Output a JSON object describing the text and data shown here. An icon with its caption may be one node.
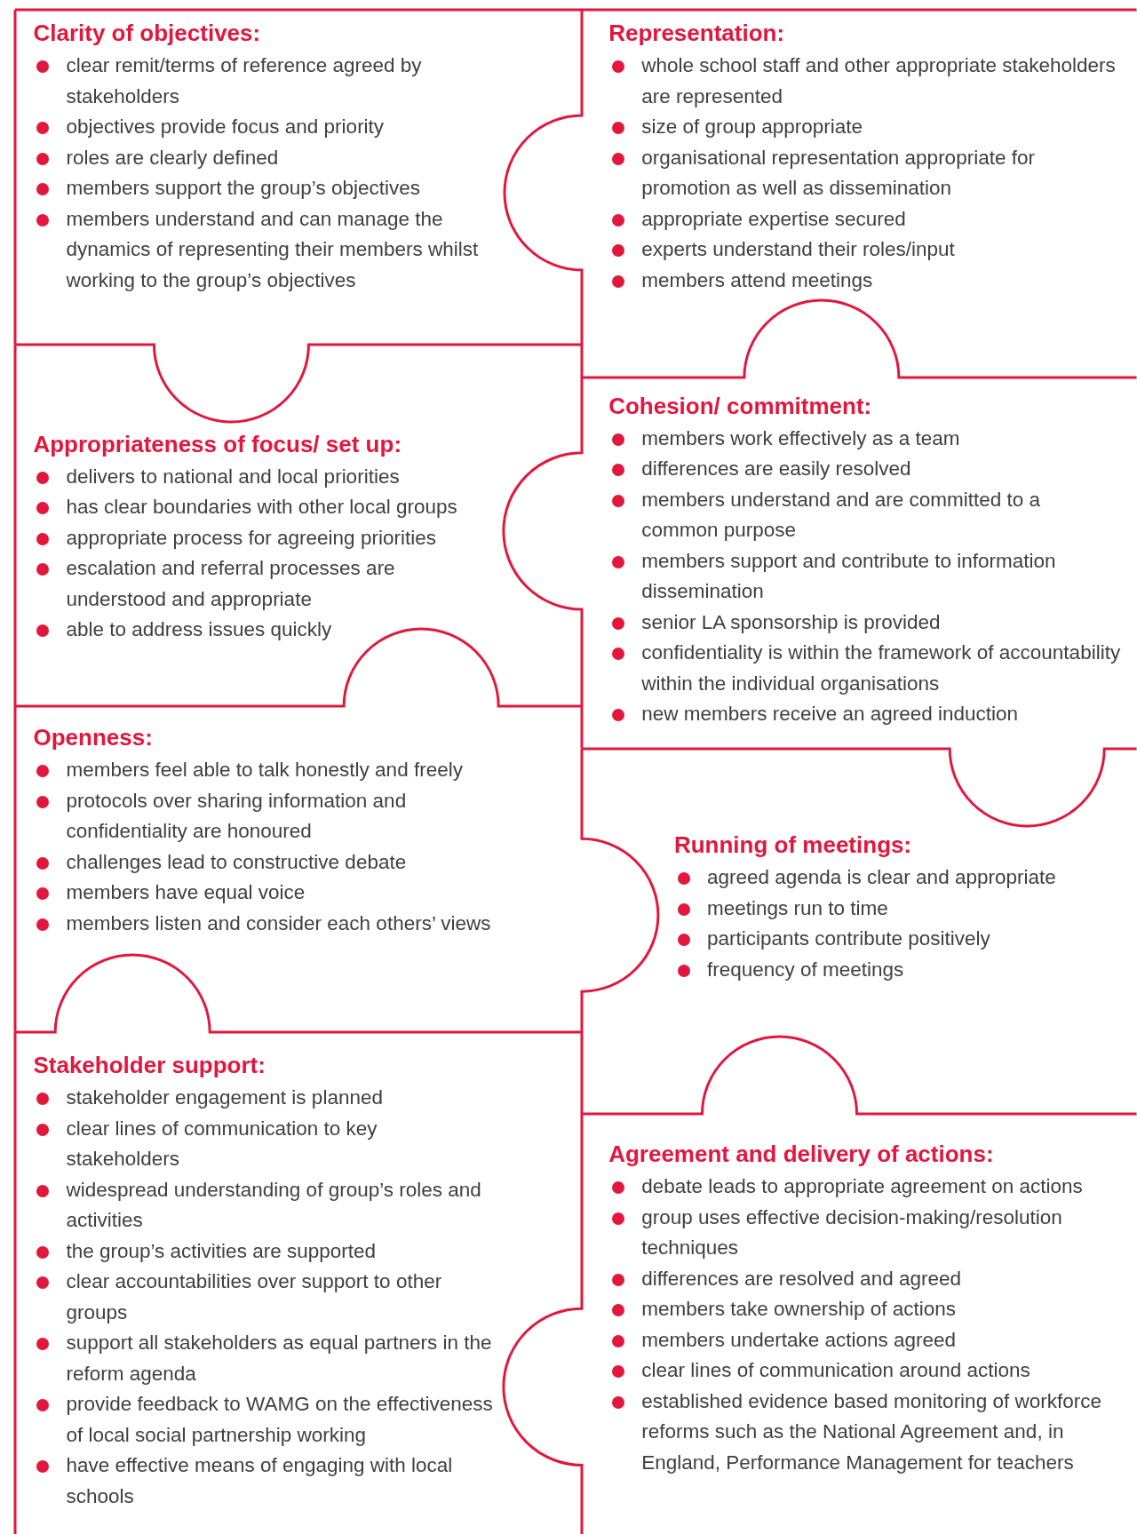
{
  "diagram": {
    "nodes": [
      {
        "text": [
          "Clarity of objectives:",
          "clear remit/terms of reference agreed by stakeholders",
          "objectives provide focus and priority",
          "roles are clearly defined",
          "members support the group’s objectives",
          "members understand and can manage the dynamics of representing their members whilst working to the group’s objectives"
        ]
      },
      {
        "text": [
          "Representation:",
          "whole school staff and other appropriate stakeholders are represented",
          "size of group appropriate",
          "organisational representation appropriate for promotion as well as dissemination",
          "appropriate expertise secured",
          "experts understand their roles/input",
          "members attend meetings"
        ]
      },
      {
        "text": [
          "Appropriateness of focus/ set up:",
          "delivers to national and local priorities",
          "has clear boundaries with other local groups",
          "appropriate process for agreeing priorities",
          "escalation and referral processes are understood and appropriate",
          "able to address issues quickly"
        ]
      },
      {
        "text": [
          "Cohesion/ commitment:",
          "members work effectively as a team",
          "differences are easily resolved",
          "members understand and are committed to a common purpose",
          "members support and contribute to information dissemination",
          "senior LA sponsorship is provided",
          "confidentiality is within the framework of accountability within the individual organisations",
          "new members receive an agreed induction"
        ]
      },
      {
        "text": [
          "Openness:",
          "members feel able to talk honestly and freely",
          "protocols over sharing information and confidentiality are honoured",
          "challenges lead to constructive debate",
          "members have equal voice",
          "members listen and consider each others’ views"
        ]
      },
      {
        "text": [
          "Running of meetings:",
          "agreed agenda is clear and appropriate",
          "meetings run to time",
          "participants contribute positively",
          "frequency of meetings"
        ]
      },
      {
        "text": [
          "Stakeholder support:",
          "stakeholder engagement is planned",
          "clear lines of communication to key stakeholders",
          "widespread understanding of group’s roles and activities",
          "the group’s activities are supported",
          "clear accountabilities over support to other groups",
          "support all stakeholders as equal partners in the reform agenda",
          "provide feedback to WAMG on the effectiveness of local social partnership working",
          "have effective means of engaging with local schools"
        ]
      },
      {
        "text": [
          "Agreement and delivery of actions:",
          "debate leads to appropriate agreement on actions",
          "group uses effective decision-making/resolution techniques",
          "differences are resolved and agreed",
          "members take ownership of actions",
          "members undertake actions agreed",
          "clear lines of communication around actions",
          "established evidence based monitoring of workforce reforms such as the National Agreement and, in England, Performance Management for teachers"
        ]
      }
    ]
  }
}
